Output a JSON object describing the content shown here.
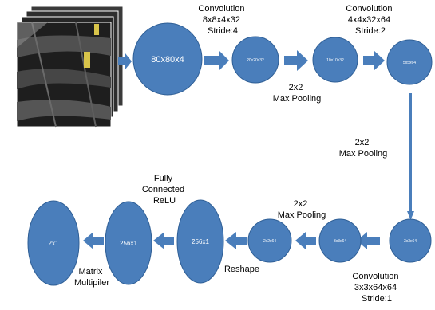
{
  "nodes": {
    "n80": "80x80x4",
    "n20": "20x20x32",
    "n10": "10x10x32",
    "n5": "5x5x64",
    "n3a": "3x3x64",
    "n3b": "3x3x64",
    "n2": "2x2x64",
    "n256a": "256x1",
    "n256b": "256x1",
    "n2x1": "2x1"
  },
  "labels": {
    "conv1": [
      "Convolution",
      "8x8x4x32",
      "Stride:4"
    ],
    "conv2": [
      "Convolution",
      "4x4x32x64",
      "Stride:2"
    ],
    "pool1": [
      "2x2",
      "Max Pooling"
    ],
    "pool2": [
      "2x2",
      "Max Pooling"
    ],
    "pool3": [
      "2x2",
      "Max Pooling"
    ],
    "conv3": [
      "Convolution",
      "3x3x64x64",
      "Stride:1"
    ],
    "fc": [
      "Fully",
      "Connected",
      "ReLU"
    ],
    "reshape": "Reshape",
    "matrix": [
      "Matrix",
      "Multipiler"
    ]
  },
  "colors": {
    "node_fill": "#4a7ebb",
    "node_stroke": "#2f5f96",
    "arrow": "#4a7ebb"
  }
}
